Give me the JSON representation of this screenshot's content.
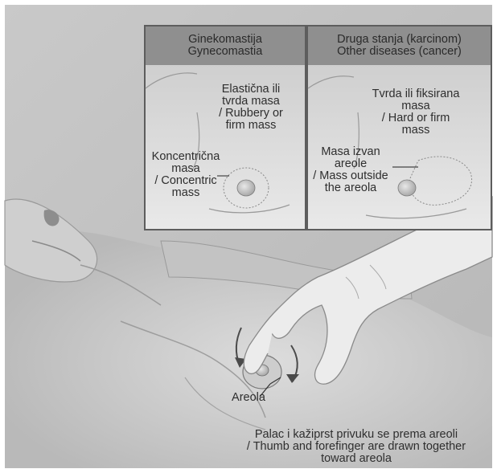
{
  "panels": [
    {
      "header": "Ginekomastija\nGynecomastia",
      "labels": [
        "Elastična ili\ntvrda masa\n/ Rubbery or\nfirm mass",
        "Koncentrična\nmasa\n/ Concentric\nmass"
      ]
    },
    {
      "header": "Druga stanja (karcinom)\nOther diseases (cancer)",
      "labels": [
        "Tvrda ili fiksirana\nmasa\n/ Hard or firm\nmass",
        "Masa izvan\nareole\n/ Mass outside\nthe areola"
      ]
    }
  ],
  "main_labels": {
    "areola": "Areola",
    "caption": "Palac i kažiprst privuku se prema areoli\n/ Thumb and forefinger are drawn together\ntoward areola"
  }
}
